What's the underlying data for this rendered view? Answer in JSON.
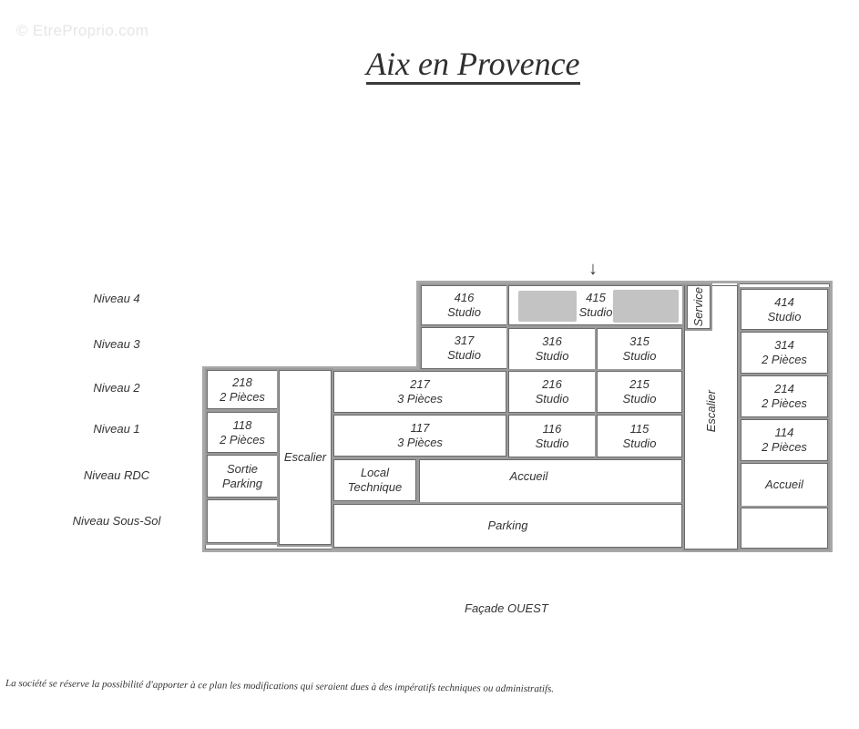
{
  "watermark": "© EtreProprio.com",
  "title": "Aix en Provence",
  "levels": [
    "Niveau 4",
    "Niveau 3",
    "Niveau 2",
    "Niveau 1",
    "Niveau RDC",
    "Niveau Sous-Sol"
  ],
  "marker": "↓",
  "units": {
    "u416": {
      "num": "416",
      "type": "Studio"
    },
    "u415": {
      "num": "415",
      "type": "Studio"
    },
    "service": "Service",
    "u414": {
      "num": "414",
      "type": "Studio"
    },
    "u317": {
      "num": "317",
      "type": "Studio"
    },
    "u316": {
      "num": "316",
      "type": "Studio"
    },
    "u315": {
      "num": "315",
      "type": "Studio"
    },
    "u314": {
      "num": "314",
      "type": "2 Pièces"
    },
    "u218": {
      "num": "218",
      "type": "2 Pièces"
    },
    "u217": {
      "num": "217",
      "type": "3 Pièces"
    },
    "u216": {
      "num": "216",
      "type": "Studio"
    },
    "u215": {
      "num": "215",
      "type": "Studio"
    },
    "u214": {
      "num": "214",
      "type": "2 Pièces"
    },
    "u118": {
      "num": "118",
      "type": "2 Pièces"
    },
    "u117": {
      "num": "117",
      "type": "3 Pièces"
    },
    "u116": {
      "num": "116",
      "type": "Studio"
    },
    "u115": {
      "num": "115",
      "type": "Studio"
    },
    "u114": {
      "num": "114",
      "type": "2 Pièces"
    },
    "sortie_parking": {
      "line1": "Sortie",
      "line2": "Parking"
    },
    "local_technique": {
      "line1": "Local",
      "line2": "Technique"
    },
    "accueil_main": "Accueil",
    "accueil_right": "Accueil",
    "parking": "Parking",
    "escalier_left": "Escalier",
    "escalier_right": "Escalier"
  },
  "facade": "Façade OUEST",
  "disclaimer": "La société se réserve la possibilité d'apporter à ce plan les modifications qui seraient dues à des impératifs techniques ou administratifs."
}
